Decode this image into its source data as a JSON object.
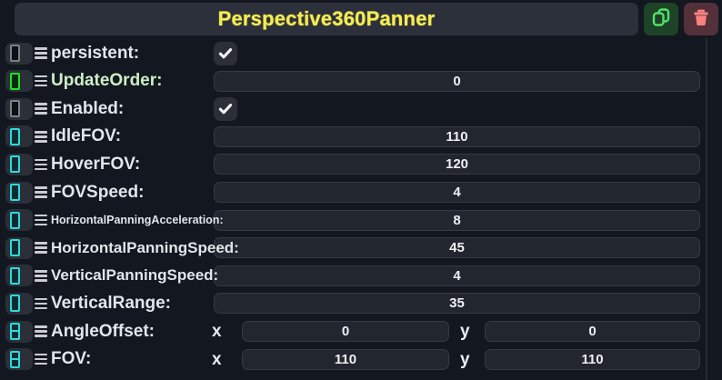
{
  "header": {
    "title": "Perspective360Panner",
    "duplicate_icon": "duplicate-icon",
    "delete_icon": "trash-icon"
  },
  "axis_labels": {
    "x": "x",
    "y": "y"
  },
  "rows": [
    {
      "label": "persistent:",
      "type": "bool",
      "widget": "checkbox",
      "checked": true,
      "label_color": "default",
      "label_size": "lg"
    },
    {
      "label": "UpdateOrder:",
      "type": "int",
      "widget": "number",
      "value": "0",
      "label_color": "green",
      "label_size": "lg"
    },
    {
      "label": "Enabled:",
      "type": "bool",
      "widget": "checkbox",
      "checked": true,
      "label_color": "default",
      "label_size": "lg"
    },
    {
      "label": "IdleFOV:",
      "type": "float",
      "widget": "number",
      "value": "110",
      "label_color": "default",
      "label_size": "lg"
    },
    {
      "label": "HoverFOV:",
      "type": "float",
      "widget": "number",
      "value": "120",
      "label_color": "default",
      "label_size": "lg"
    },
    {
      "label": "FOVSpeed:",
      "type": "float",
      "widget": "number",
      "value": "4",
      "label_color": "default",
      "label_size": "lg"
    },
    {
      "label": "HorizontalPanningAcceleration:",
      "type": "float",
      "widget": "number",
      "value": "8",
      "label_color": "default",
      "label_size": "xs"
    },
    {
      "label": "HorizontalPanningSpeed:",
      "type": "float",
      "widget": "number",
      "value": "45",
      "label_color": "default",
      "label_size": "sm"
    },
    {
      "label": "VerticalPanningSpeed:",
      "type": "float",
      "widget": "number",
      "value": "4",
      "label_color": "default",
      "label_size": "sm"
    },
    {
      "label": "VerticalRange:",
      "type": "float",
      "widget": "number",
      "value": "35",
      "label_color": "default",
      "label_size": "lg"
    },
    {
      "label": "AngleOffset:",
      "type": "float2",
      "widget": "xy",
      "x": "0",
      "y": "0",
      "label_color": "default",
      "label_size": "lg"
    },
    {
      "label": "FOV:",
      "type": "float2",
      "widget": "xy",
      "x": "110",
      "y": "110",
      "label_color": "default",
      "label_size": "lg"
    }
  ],
  "colors": {
    "title": "#f5ec52",
    "panel_bg": "#131720",
    "header_bar": "#2c303b",
    "field_bg": "#22262f",
    "int_accent": "#1ee028",
    "float_accent": "#2fd9e0",
    "bool_accent": "#7f8288",
    "duplicate_bg": "#1d4427",
    "duplicate_fg": "#55e06a",
    "delete_bg": "#53303a",
    "delete_fg": "#f9837f"
  }
}
